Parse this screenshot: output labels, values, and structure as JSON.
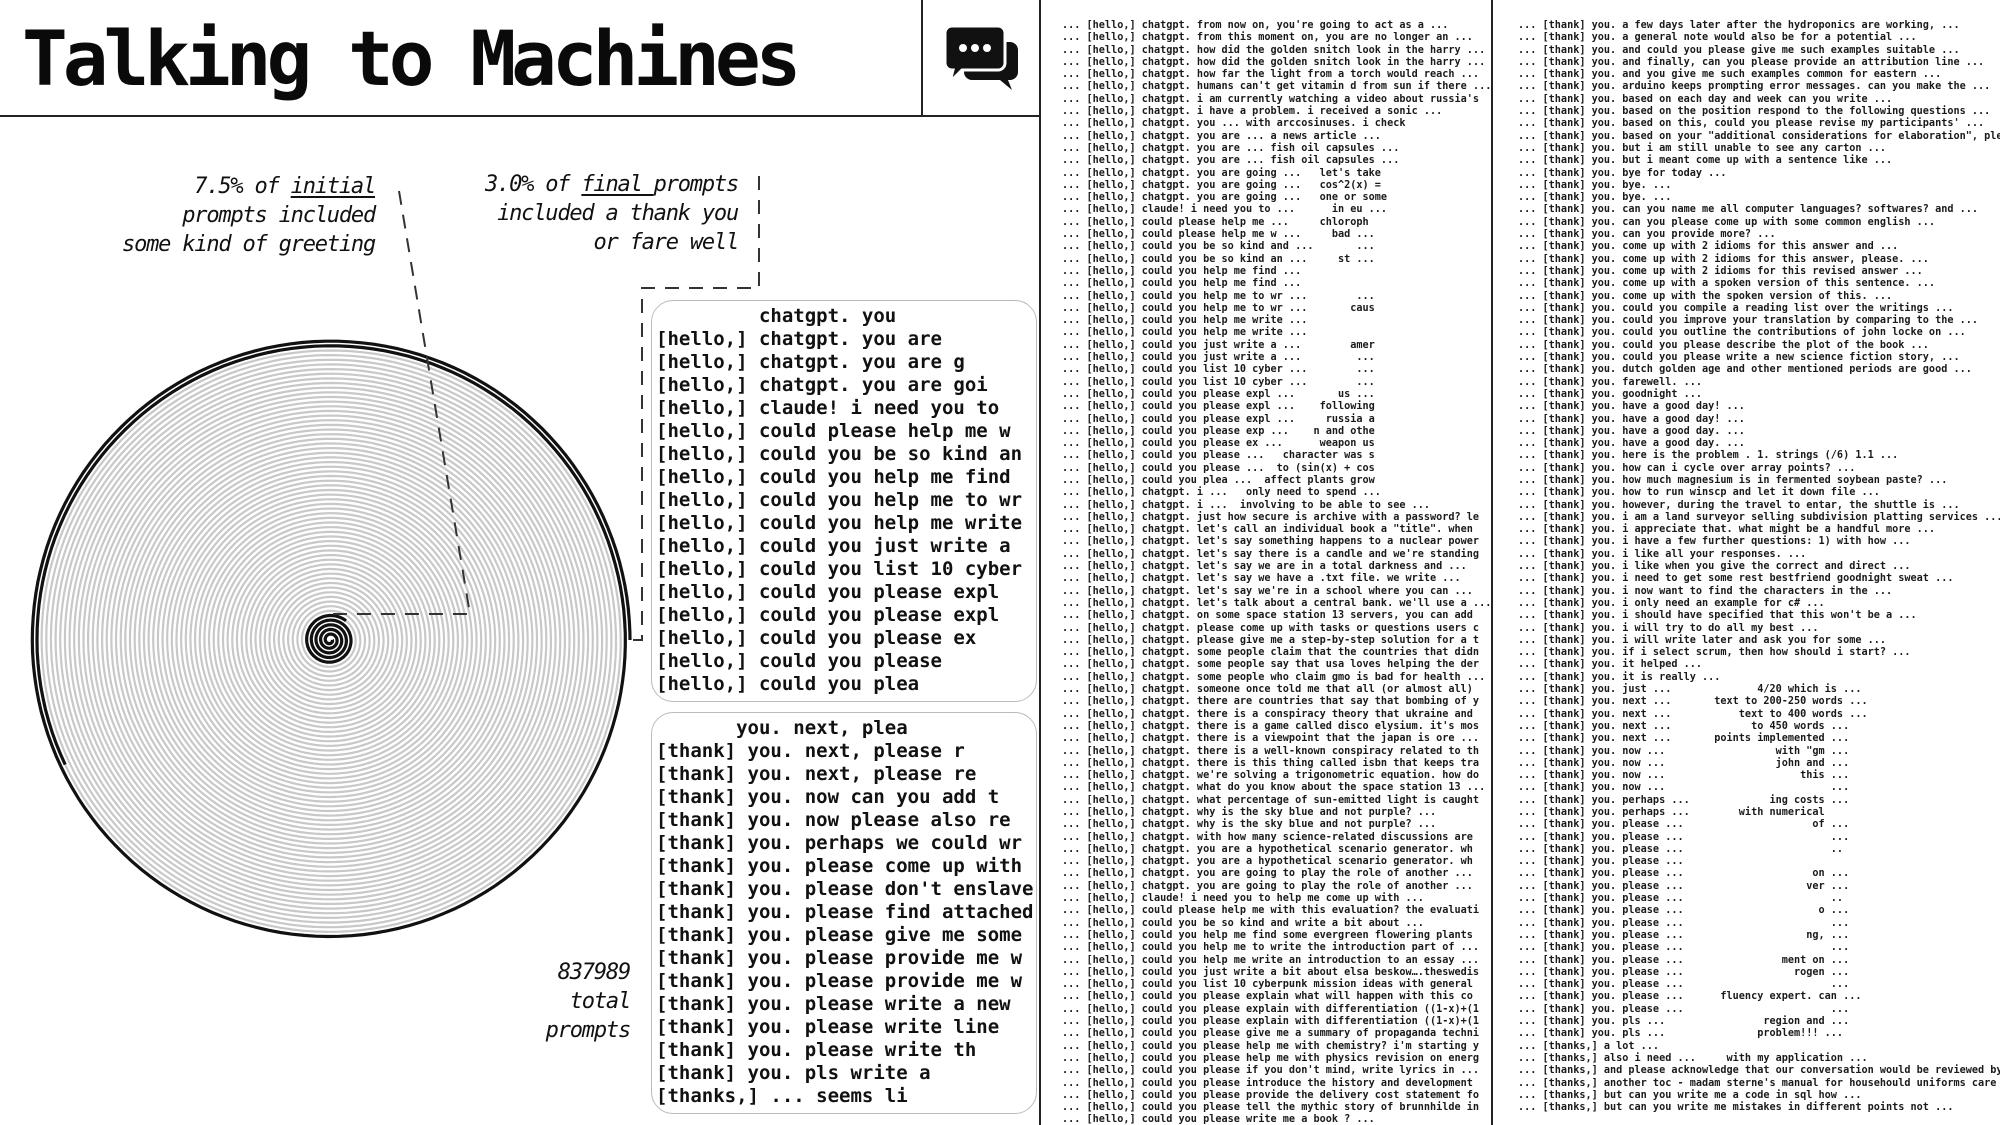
{
  "header": {
    "title": "Talking to Machines",
    "icon": "chat-bubbles-icon"
  },
  "annotations": {
    "initial": {
      "pre": "7.5% of ",
      "em": "initial",
      "line2": "prompts included",
      "line3": "some kind of greeting"
    },
    "final": {
      "pre": "3.0% of ",
      "em": "final ",
      "post": "prompts",
      "line2": "included a thank you",
      "line3": "or fare well"
    },
    "total": {
      "value": "837989",
      "line2": "total",
      "line3": "prompts"
    }
  },
  "chart_data": {
    "type": "spiral",
    "title": "Talking to Machines",
    "total_prompts": 837989,
    "series": [
      {
        "name": "initial prompts with greeting",
        "percent": 7.5
      },
      {
        "name": "final prompts with thank you or farewell",
        "percent": 3.0
      }
    ],
    "colors": {
      "spiral": "#c8c8c8",
      "highlight": "#111111",
      "leader": "#333333"
    }
  },
  "greetings": {
    "lines": [
      "... [hello,] chatgpt. from now on, you're going to act as a ...",
      "... [hello,] chatgpt. from this moment on, you are no longer an ...",
      "... [hello,] chatgpt. how did the golden snitch look in the harry ...",
      "... [hello,] chatgpt. how did the golden snitch look in the harry ...",
      "... [hello,] chatgpt. how far the light from a torch would reach ...",
      "... [hello,] chatgpt. humans can't get vitamin d from sun if there ...",
      "... [hello,] chatgpt. i am currently watching a video about russia's",
      "... [hello,] chatgpt. i have a problem. i received a sonic ...",
      "... [hello,] chatgpt. you ... with arccosinuses. i check",
      "... [hello,] chatgpt. you are ... a news article ...",
      "... [hello,] chatgpt. you are ... fish oil capsules ...",
      "... [hello,] chatgpt. you are ... fish oil capsules ...",
      "... [hello,] chatgpt. you are going ...   let's take",
      "... [hello,] chatgpt. you are going ...   cos^2(x) =",
      "... [hello,] chatgpt. you are going ...   one or some",
      "... [hello,] claude! i need you to ...      in eu ...",
      "... [hello,] could please help me ...     chloroph",
      "... [hello,] could please help me w ...     bad ...",
      "... [hello,] could you be so kind and ...       ...",
      "... [hello,] could you be so kind an ...     st ...",
      "... [hello,] could you help me find ...",
      "... [hello,] could you help me find ...",
      "... [hello,] could you help me to wr ...        ...",
      "... [hello,] could you help me to wr ...       caus",
      "... [hello,] could you help me write ...",
      "... [hello,] could you help me write ...",
      "... [hello,] could you just write a ...        amer",
      "... [hello,] could you just write a ...         ...",
      "... [hello,] could you list 10 cyber ...        ...",
      "... [hello,] could you list 10 cyber ...        ...",
      "... [hello,] could you please expl ...       us ...",
      "... [hello,] could you please expl ...    following",
      "... [hello,] could you please expl ...     russia a",
      "... [hello,] could you please exp ...    n and othe",
      "... [hello,] could you please ex ...      weapon us",
      "... [hello,] could you please ...   character was s",
      "... [hello,] could you please ...  to (sin(x) + cos",
      "... [hello,] could you plea ...  affect plants grow",
      "... [hello,] chatgpt. i ...   only need to spend ...",
      "... [hello,] chatgpt. i ...  involving to be able to see ...",
      "... [hello,] chatgpt. just how secure is archive with a password? le",
      "... [hello,] chatgpt. let's call an individual book a \"title\". when",
      "... [hello,] chatgpt. let's say something happens to a nuclear power",
      "... [hello,] chatgpt. let's say there is a candle and we're standing",
      "... [hello,] chatgpt. let's say we are in a total darkness and ...",
      "... [hello,] chatgpt. let's say we have a .txt file. we write ...",
      "... [hello,] chatgpt. let's say we're in a school where you can ...",
      "... [hello,] chatgpt. let's talk about a central bank. we'll use a ...",
      "... [hello,] chatgpt. on some space station 13 servers, you can add",
      "... [hello,] chatgpt. please come up with tasks or questions users c",
      "... [hello,] chatgpt. please give me a step-by-step solution for a t",
      "... [hello,] chatgpt. some people claim that the countries that didn",
      "... [hello,] chatgpt. some people say that usa loves helping the der",
      "... [hello,] chatgpt. some people who claim gmo is bad for health ...",
      "... [hello,] chatgpt. someone once told me that all (or almost all)",
      "... [hello,] chatgpt. there are countries that say that bombing of y",
      "... [hello,] chatgpt. there is a conspiracy theory that ukraine and",
      "... [hello,] chatgpt. there is a game called disco elysium. it's mos",
      "... [hello,] chatgpt. there is a viewpoint that the japan is ore ...",
      "... [hello,] chatgpt. there is a well-known conspiracy related to th",
      "... [hello,] chatgpt. there is this thing called isbn that keeps tra",
      "... [hello,] chatgpt. we're solving a trigonometric equation. how do",
      "... [hello,] chatgpt. what do you know about the space station 13 ...",
      "... [hello,] chatgpt. what percentage of sun-emitted light is caught",
      "... [hello,] chatgpt. why is the sky blue and not purple? ...",
      "... [hello,] chatgpt. why is the sky blue and not purple? ...",
      "... [hello,] chatgpt. with how many science-related discussions are",
      "... [hello,] chatgpt. you are a hypothetical scenario generator. wh",
      "... [hello,] chatgpt. you are a hypothetical scenario generator. wh",
      "... [hello,] chatgpt. you are going to play the role of another ...",
      "... [hello,] chatgpt. you are going to play the role of another ...",
      "... [hello,] claude! i need you to help me come up with ...",
      "... [hello,] could please help me with this evaluation? the evaluati",
      "... [hello,] could you be so kind and write a bit about ...",
      "... [hello,] could you help me find some evergreen flowering plants",
      "... [hello,] could you help me to write the introduction part of ...",
      "... [hello,] could you help me write an introduction to an essay ...",
      "... [hello,] could you just write a bit about elsa beskow….theswedis",
      "... [hello,] could you list 10 cyberpunk mission ideas with general",
      "... [hello,] could you please explain what will happen with this co",
      "... [hello,] could you please explain with differentiation ((1-x)+(1",
      "... [hello,] could you please explain with differentiation ((1-x)+(1",
      "... [hello,] could you please give me a summary of propaganda techni",
      "... [hello,] could you please help me with chemistry? i'm starting y",
      "... [hello,] could you please help me with physics revision on energ",
      "... [hello,] could you please if you don't mind, write lyrics in ...",
      "... [hello,] could you please introduce the history and development",
      "... [hello,] could you please provide the delivery cost statement fo",
      "... [hello,] could you please tell the mythic story of brunnhilde in",
      "... [hello,] could you please write me a book ? ..."
    ],
    "lens_lines": [
      "         chatgpt. you",
      "[hello,] chatgpt. you are",
      "[hello,] chatgpt. you are g",
      "[hello,] chatgpt. you are goi",
      "[hello,] claude! i need you to",
      "[hello,] could please help me w",
      "[hello,] could you be so kind an",
      "[hello,] could you help me find",
      "[hello,] could you help me to wr",
      "[hello,] could you help me write",
      "[hello,] could you just write a",
      "[hello,] could you list 10 cyber",
      "[hello,] could you please expl",
      "[hello,] could you please expl",
      "[hello,] could you please ex",
      "[hello,] could you please",
      "[hello,] could you plea"
    ]
  },
  "farewells": {
    "lines": [
      "... [thank] you. a few days later after the hydroponics are working, ...",
      "... [thank] you. a general note would also be for a potential ...",
      "... [thank] you. and could you please give me such examples suitable ...",
      "... [thank] you. and finally, can you please provide an attribution line ...",
      "... [thank] you. and you give me such examples common for eastern ...",
      "... [thank] you. arduino keeps prompting error messages. can you make the ...",
      "... [thank] you. based on each day and week can you write ...",
      "... [thank] you. based on the position respond to the following questions ...",
      "... [thank] you. based on this, could you please revise my participants' ...",
      "... [thank] you. based on your \"additional considerations for elaboration\", please",
      "... [thank] you. but i am still unable to see any carton ...",
      "... [thank] you. but i meant come up with a sentence like ...",
      "... [thank] you. bye for today ...",
      "... [thank] you. bye. ...",
      "... [thank] you. bye. ...",
      "... [thank] you. can you name me all computer languages? softwares? and ...",
      "... [thank] you. can you please come up with some common english ...",
      "... [thank] you. can you provide more? ...",
      "... [thank] you. come up with 2 idioms for this answer and ...",
      "... [thank] you. come up with 2 idioms for this answer, please. ...",
      "... [thank] you. come up with 2 idioms for this revised answer ...",
      "... [thank] you. come up with a spoken version of this sentence. ...",
      "... [thank] you. come up with the spoken version of this. ...",
      "... [thank] you. could you compile a reading list over the writings ...",
      "... [thank] you. could you improve your translation by comparing to the ...",
      "... [thank] you. could you outline the contributions of john locke on ...",
      "... [thank] you. could you please describe the plot of the book ...",
      "... [thank] you. could you please write a new science fiction story, ...",
      "... [thank] you. dutch golden age and other mentioned periods are good ...",
      "... [thank] you. farewell. ...",
      "... [thank] you. goodnight ...",
      "... [thank] you. have a good day! ...",
      "... [thank] you. have a good day! ...",
      "... [thank] you. have a good day. ...",
      "... [thank] you. have a good day. ...",
      "... [thank] you. here is the problem . 1. strings (/6) 1.1 ...",
      "... [thank] you. how can i cycle over array points? ...",
      "... [thank] you. how much magnesium is in fermented soybean paste? ...",
      "... [thank] you. how to run winscp and let it down file ...",
      "... [thank] you. however, during the travel to entar, the shuttle is ...",
      "... [thank] you. i am a land surveyor selling subdivision platting services ...",
      "... [thank] you. i appreciate that. what might be a handful more ...",
      "... [thank] you. i have a few further questions: 1) with how ...",
      "... [thank] you. i like all your responses. ...",
      "... [thank] you. i like when you give the correct and direct ...",
      "... [thank] you. i need to get some rest bestfriend goodnight sweat ...",
      "... [thank] you. i now want to find the characters in the ...",
      "... [thank] you. i only need an example for c# ...",
      "... [thank] you. i should have specified that this won't be a ...",
      "... [thank] you. i will try to do all my best ...",
      "... [thank] you. i will write later and ask you for some ...",
      "... [thank] you. if i select scrum, then how should i start? ...",
      "... [thank] you. it helped ...",
      "... [thank] you. it is really ...",
      "... [thank] you. just ...              4/20 which is ...",
      "... [thank] you. next ...       text to 200-250 words ...",
      "... [thank] you. next ...           text to 400 words ...",
      "... [thank] you. next ...             to 450 words ...",
      "... [thank] you. next ...       points implemented ...",
      "... [thank] you. now ...                  with \"gm ...",
      "... [thank] you. now ...                  john and ...",
      "... [thank] you. now ...                      this ...",
      "... [thank] you. now ...                           ...",
      "... [thank] you. perhaps ...             ing costs ...",
      "... [thank] you. perhaps ...        with numerical",
      "... [thank] you. please ...                     of ...",
      "... [thank] you. please ...                        ...",
      "... [thank] you. please ...                        ..",
      "... [thank] you. please ...",
      "... [thank] you. please ...                     on ...",
      "... [thank] you. please ...                    ver ...",
      "... [thank] you. please ...                        ..",
      "... [thank] you. please ...                      o ...",
      "... [thank] you. please ...                        ...",
      "... [thank] you. please ...                    ng, ...",
      "... [thank] you. please ...                        ...",
      "... [thank] you. please ...                ment on ...",
      "... [thank] you. please ...                  rogen ...",
      "... [thank] you. please ...                        ...",
      "... [thank] you. please ...      fluency expert. can ...",
      "... [thank] you. please ...                        ...",
      "... [thank] you. pls ...                region and ...",
      "... [thank] you. pls ...               problem!!! ...",
      "... [thanks,] a lot ...",
      "... [thanks,] also i need ...     with my application ...",
      "... [thanks,] and please acknowledge that our conversation would be reviewed by",
      "... [thanks,] another toc - madam sterne's manual for househould uniforms care",
      "... [thanks,] but can you write me a code in sql how ...",
      "... [thanks,] but can you write me mistakes in different points not ..."
    ],
    "lens_lines": [
      "       you. next, plea",
      "[thank] you. next, please r",
      "[thank] you. next, please re",
      "[thank] you. now can you add t",
      "[thank] you. now please also re",
      "[thank] you. perhaps we could wr",
      "[thank] you. please come up with",
      "[thank] you. please don't enslave",
      "[thank] you. please find attached",
      "[thank] you. please give me some",
      "[thank] you. please provide me w",
      "[thank] you. please provide me w",
      "[thank] you. please write a new",
      "[thank] you. please write line",
      "[thank] you. please write th",
      "[thank] you. pls write a",
      "[thanks,] ... seems li"
    ]
  }
}
